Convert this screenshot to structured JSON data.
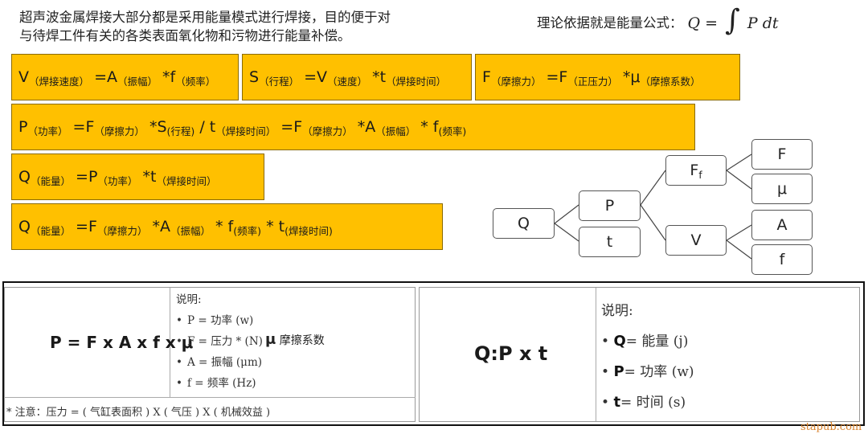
{
  "intro": {
    "line1": "超声波金属焊接大部分都是采用能量模式进行焊接，目的便于对",
    "line2": "与待焊工件有关的各类表面氧化物和污物进行能量补偿。"
  },
  "theory": {
    "label": "理论依据就是能量公式：",
    "lhs": "Q =",
    "integral": "∫",
    "rhs": "P dt"
  },
  "formula_boxes": {
    "row1": {
      "box1": {
        "a": "V",
        "a_sub": "（焊接速度）",
        "b": "=A",
        "b_sub": "（振幅）",
        "c": "*f",
        "c_sub": "（频率）"
      },
      "box2": {
        "a": "S",
        "a_sub": "（行程）",
        "b": "=V",
        "b_sub": "（速度）",
        "c": "*t",
        "c_sub": "（焊接时间）"
      },
      "box3": {
        "a": "F",
        "a_sub": "（摩擦力）",
        "b": "=F",
        "b_sub": "（正压力）",
        "c": "*μ",
        "c_sub": "（摩擦系数）"
      }
    },
    "row2": {
      "p1": "P",
      "p1_sub": "（功率）",
      "p2": "=F",
      "p2_sub": "（摩擦力）",
      "p3": "*S",
      "p3_sub": "(行程)",
      "p4": "/ t",
      "p4_sub": "（焊接时间）",
      "p5": "=F",
      "p5_sub": "（摩擦力）",
      "p6": "*A",
      "p6_sub": "（振幅）",
      "p7": "* f",
      "p7_sub": "(频率)"
    },
    "row3": {
      "a": "Q",
      "a_sub": "（能量）",
      "b": "=P",
      "b_sub": "（功率）",
      "c": "*t",
      "c_sub": "（焊接时间）"
    },
    "row4": {
      "a": "Q",
      "a_sub": "（能量）",
      "b": "=F",
      "b_sub": "（摩擦力）",
      "c": "*A",
      "c_sub": "（振幅）",
      "d": "* f",
      "d_sub": "(频率)",
      "e": "* t",
      "e_sub": "(焊接时间)"
    }
  },
  "tree": {
    "root": "Q",
    "P": "P",
    "t": "t",
    "Ff": "F",
    "Ff_sub": "f",
    "V": "V",
    "F": "F",
    "mu": "μ",
    "A": "A",
    "f": "f"
  },
  "bottom_left": {
    "formula": "P = F x A x f x μ",
    "legend_title": "说明:",
    "items": [
      "P = 功率 (w)",
      "F = 压力 * (N)",
      "A = 振幅 (μm)",
      "f = 频率 (Hz)"
    ],
    "mu_symbol": "μ",
    "mu_text": "摩擦系数",
    "note": "* 注意：压力 = ( 气缸表面积 ) X ( 气压 ) X ( 机械效益 )"
  },
  "bottom_right": {
    "formula": "Q:P x t",
    "legend_title": "说明:",
    "items": [
      {
        "sym": "Q",
        "text": "= 能量 (j)"
      },
      {
        "sym": "P",
        "text": "= 功率 (w)"
      },
      {
        "sym": "t",
        "text": "= 时间 (s)"
      }
    ]
  },
  "watermark": "stapub.com"
}
